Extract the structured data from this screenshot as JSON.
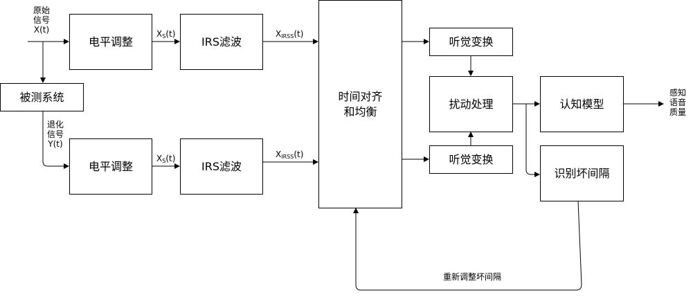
{
  "inputs": {
    "original_signal": [
      "原始",
      "信号",
      "X(t)"
    ],
    "degraded_signal": [
      "退化",
      "信号",
      "Y(t)"
    ]
  },
  "blocks": {
    "system_under_test": "被测系统",
    "level_adjust_top": "电平调整",
    "level_adjust_bottom": "电平调整",
    "irs_filter_top": "IRS滤波",
    "irs_filter_bottom": "IRS滤波",
    "time_align_eq": [
      "时间对齐",
      "和均衡"
    ],
    "auditory_transform_top": "听觉变换",
    "auditory_transform_bottom": "听觉变换",
    "disturbance_processing": "扰动处理",
    "cognitive_model": "认知模型",
    "identify_bad_interval": "识别坏间隔"
  },
  "signals": {
    "xs_main": "X",
    "xs_sub": "S",
    "xs_arg": "(t)",
    "xirss_main": "X",
    "xirss_sub": "IRSS",
    "xirss_arg": "(t)"
  },
  "feedback_label": "重新调整坏间隔",
  "output": [
    "感知",
    "语音",
    "质量"
  ]
}
